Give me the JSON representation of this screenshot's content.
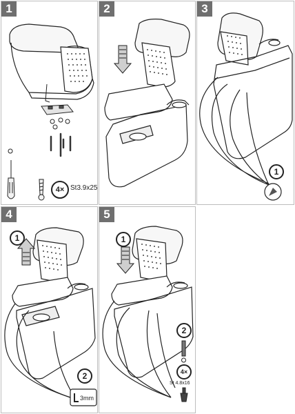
{
  "steps": [
    {
      "number": "1"
    },
    {
      "number": "2"
    },
    {
      "number": "3"
    },
    {
      "number": "4"
    },
    {
      "number": "5"
    }
  ],
  "step1": {
    "quantity_badge": "4×",
    "screw_spec": "St3.9x25"
  },
  "step3": {
    "callout": "1"
  },
  "step4": {
    "callout_top": "1",
    "callout_bottom": "2",
    "tool_size": "3mm"
  },
  "step5": {
    "callout_top": "1",
    "callout_bottom": "2",
    "quantity_badge": "4×",
    "screw_spec": "St 4.8x16"
  },
  "colors": {
    "panel_border": "#bdbdbd",
    "step_badge": "#6f6f6f",
    "line_art": "#222222"
  },
  "icons": [
    "screwdriver-icon",
    "screw-icon",
    "arrow-down-icon",
    "arrow-up-icon",
    "allen-key-icon",
    "armrest-illustration"
  ]
}
